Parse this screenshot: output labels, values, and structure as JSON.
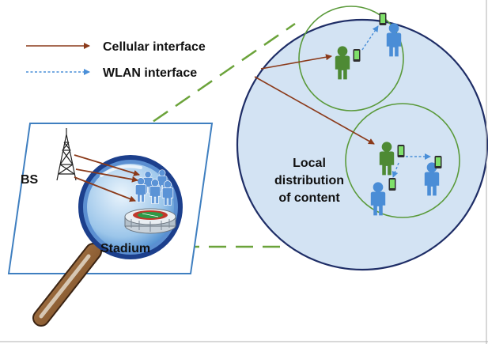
{
  "legend": {
    "cellular_label": "Cellular interface",
    "wlan_label": "WLAN interface"
  },
  "labels": {
    "base_station": "BS",
    "stadium": "Stadium",
    "local_line1": "Local",
    "local_line2": "distribution",
    "local_line3": "of content"
  },
  "colors": {
    "cellular_arrow": "#8B3A1A",
    "wlan_arrow": "#4A8FD8",
    "zoom_dash": "#6BA33A",
    "cluster_ring": "#5A9A3A",
    "detail_fill": "#D3E3F3",
    "detail_border": "#1E2D66",
    "map_border": "#3F7FC0",
    "lens_ring": "#1C3F8C",
    "handle": "#8A5A2E",
    "user_green": "#4E8A34",
    "user_blue": "#4A8DD6"
  },
  "icons": [
    "arrow-icon",
    "dashed-arrow-icon",
    "cell-tower-icon",
    "stadium-icon",
    "person-icon",
    "smartphone-icon",
    "magnifier-icon"
  ]
}
